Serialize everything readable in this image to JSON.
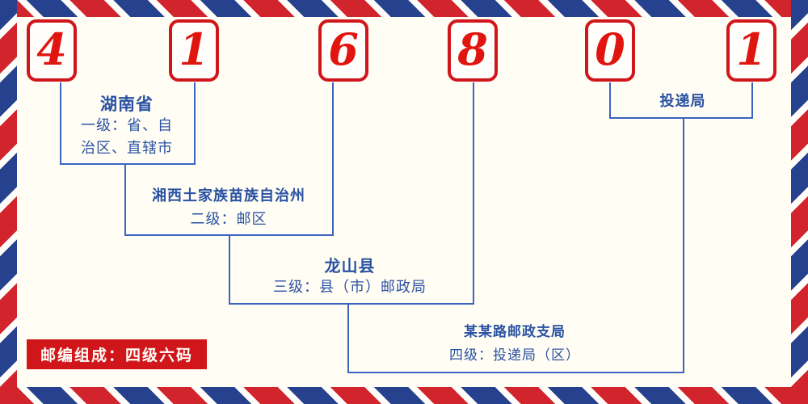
{
  "digits": [
    "4",
    "1",
    "6",
    "8",
    "0",
    "1"
  ],
  "labels": {
    "level1": {
      "name": "湖南省",
      "desc_line1": "一级：省、自",
      "desc_line2": "治区、直辖市"
    },
    "level2": {
      "name": "湘西土家族苗族自治州",
      "desc": "二级：邮区"
    },
    "level3": {
      "name": "龙山县",
      "desc": "三级：县（市）邮政局"
    },
    "level4": {
      "name": "某某路邮政支局",
      "desc": "四级：投递局（区）"
    },
    "delivery": {
      "name": "投递局"
    }
  },
  "badge": {
    "text": "邮编组成：四级六码"
  },
  "colors": {
    "bg": "#fffdf4",
    "bg2": "#fffefa",
    "red": "#d0161b",
    "digit_red": "#e1150f",
    "line_blue": "#3a64c0",
    "text_blue": "#2b52a2",
    "stripe_red": "#d2242c",
    "stripe_blue": "#26418e"
  }
}
